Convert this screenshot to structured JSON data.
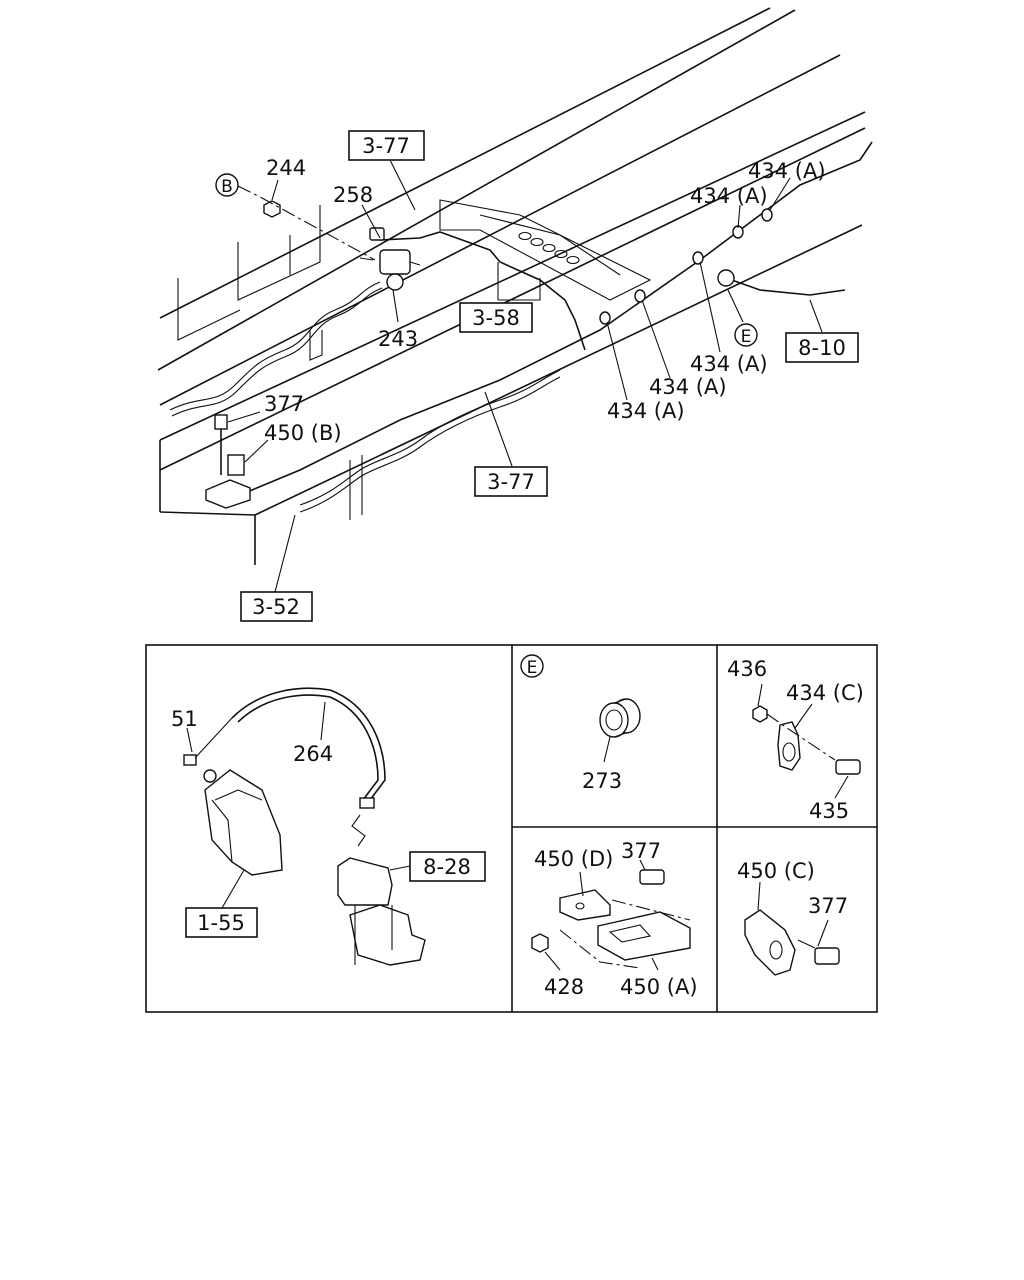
{
  "top_view": {
    "labels": {
      "l244": "244",
      "l258": "258",
      "l243": "243",
      "l377": "377",
      "l450b": "450 (B)",
      "l434a_1": "434 (A)",
      "l434a_2": "434 (A)",
      "l434a_3": "434 (A)",
      "l434a_4": "434 (A)",
      "l434a_5": "434 (A)"
    },
    "boxed_refs": {
      "r3_77_top": "3-77",
      "r3_58": "3-58",
      "r3_77_bottom": "3-77",
      "r3_52": "3-52",
      "r8_10": "8-10"
    },
    "callouts": {
      "b": "B",
      "e": "E"
    }
  },
  "detail_panels": {
    "main": {
      "labels": {
        "l51": "51",
        "l264": "264"
      },
      "boxed_refs": {
        "r1_55": "1-55",
        "r8_28": "8-28"
      }
    },
    "e": {
      "callout": "E",
      "labels": {
        "l273": "273"
      }
    },
    "clip_c": {
      "labels": {
        "l436": "436",
        "l434c": "434 (C)",
        "l435": "435"
      }
    },
    "bracket_da": {
      "labels": {
        "l450d": "450 (D)",
        "l377": "377",
        "l428": "428",
        "l450a": "450 (A)"
      }
    },
    "clamp_c": {
      "labels": {
        "l450c": "450 (C)",
        "l377": "377"
      }
    }
  }
}
